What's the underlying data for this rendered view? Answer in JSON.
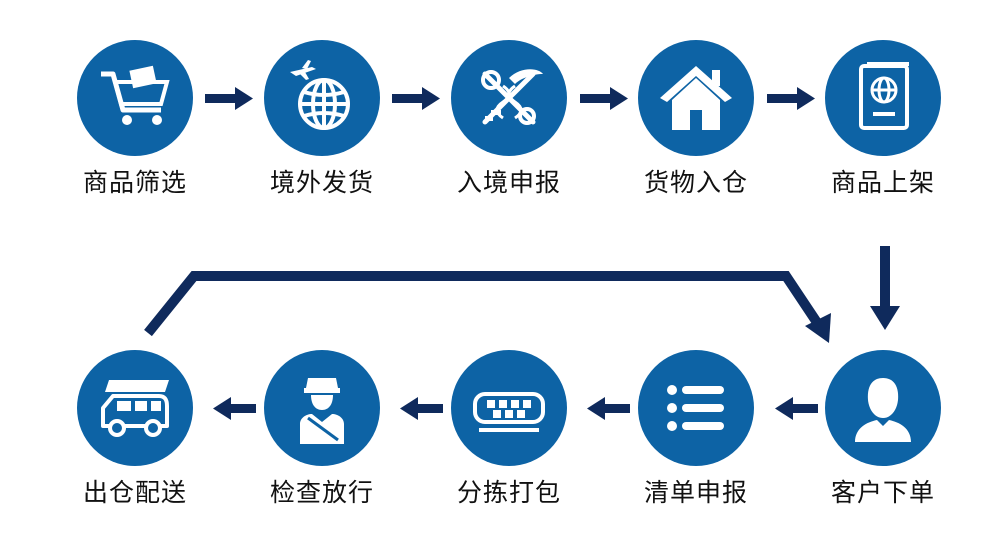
{
  "colors": {
    "circle": "#0d63a5",
    "arrow": "#0f2a5c",
    "icon": "#ffffff",
    "label": "#111111"
  },
  "steps": [
    {
      "label": "商品筛选",
      "icon": "shopping-cart-icon"
    },
    {
      "label": "境外发货",
      "icon": "airplane-globe-icon"
    },
    {
      "label": "入境申报",
      "icon": "customs-key-caduceus-icon"
    },
    {
      "label": "货物入仓",
      "icon": "house-icon"
    },
    {
      "label": "商品上架",
      "icon": "passport-icon"
    },
    {
      "label": "客户下单",
      "icon": "user-icon"
    },
    {
      "label": "清单申报",
      "icon": "list-icon"
    },
    {
      "label": "分拣打包",
      "icon": "sorting-tray-icon"
    },
    {
      "label": "检查放行",
      "icon": "inspector-icon"
    },
    {
      "label": "出仓配送",
      "icon": "delivery-van-icon"
    }
  ]
}
